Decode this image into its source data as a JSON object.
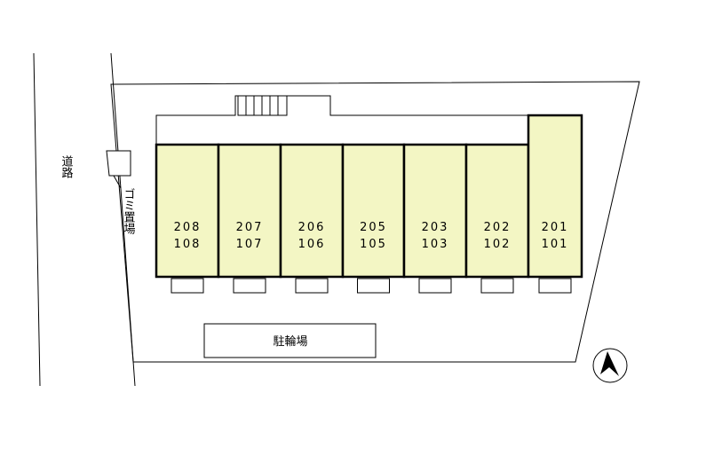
{
  "road_label": "道路",
  "garbage_label": "ゴミ置場",
  "bicycle_parking_label": "駐輪場",
  "units": [
    {
      "upper": "208",
      "lower": "108"
    },
    {
      "upper": "207",
      "lower": "107"
    },
    {
      "upper": "206",
      "lower": "106"
    },
    {
      "upper": "205",
      "lower": "105"
    },
    {
      "upper": "203",
      "lower": "103"
    },
    {
      "upper": "202",
      "lower": "102"
    },
    {
      "upper": "201",
      "lower": "101"
    }
  ],
  "colors": {
    "unit_fill": "#f3f6c4",
    "outline": "#000000"
  },
  "icons": {
    "north": "north-arrow-icon"
  }
}
